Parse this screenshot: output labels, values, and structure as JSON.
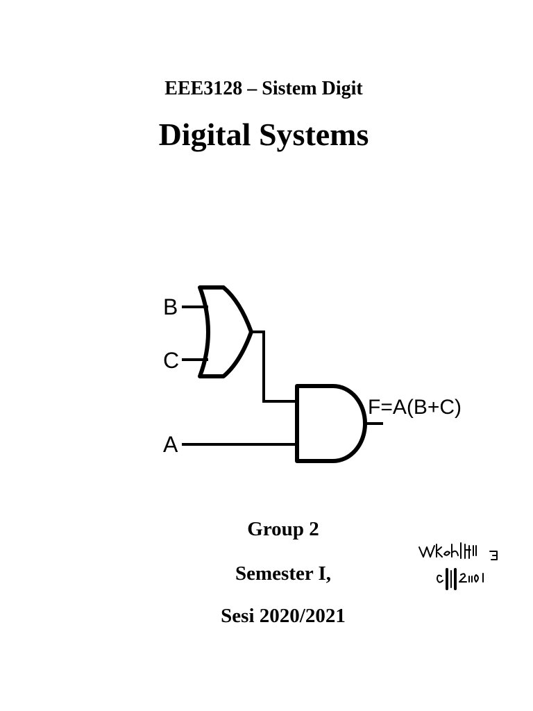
{
  "header": {
    "course_code": "EEE3128 – Sistem Digit",
    "title": "Digital Systems"
  },
  "circuit": {
    "input_b": "B",
    "input_c": "C",
    "input_a": "A",
    "output_label": "F=A(B+C)"
  },
  "details": {
    "group": "Group 2",
    "semester": "Semester I,",
    "session": "Sesi 2020/2021"
  }
}
